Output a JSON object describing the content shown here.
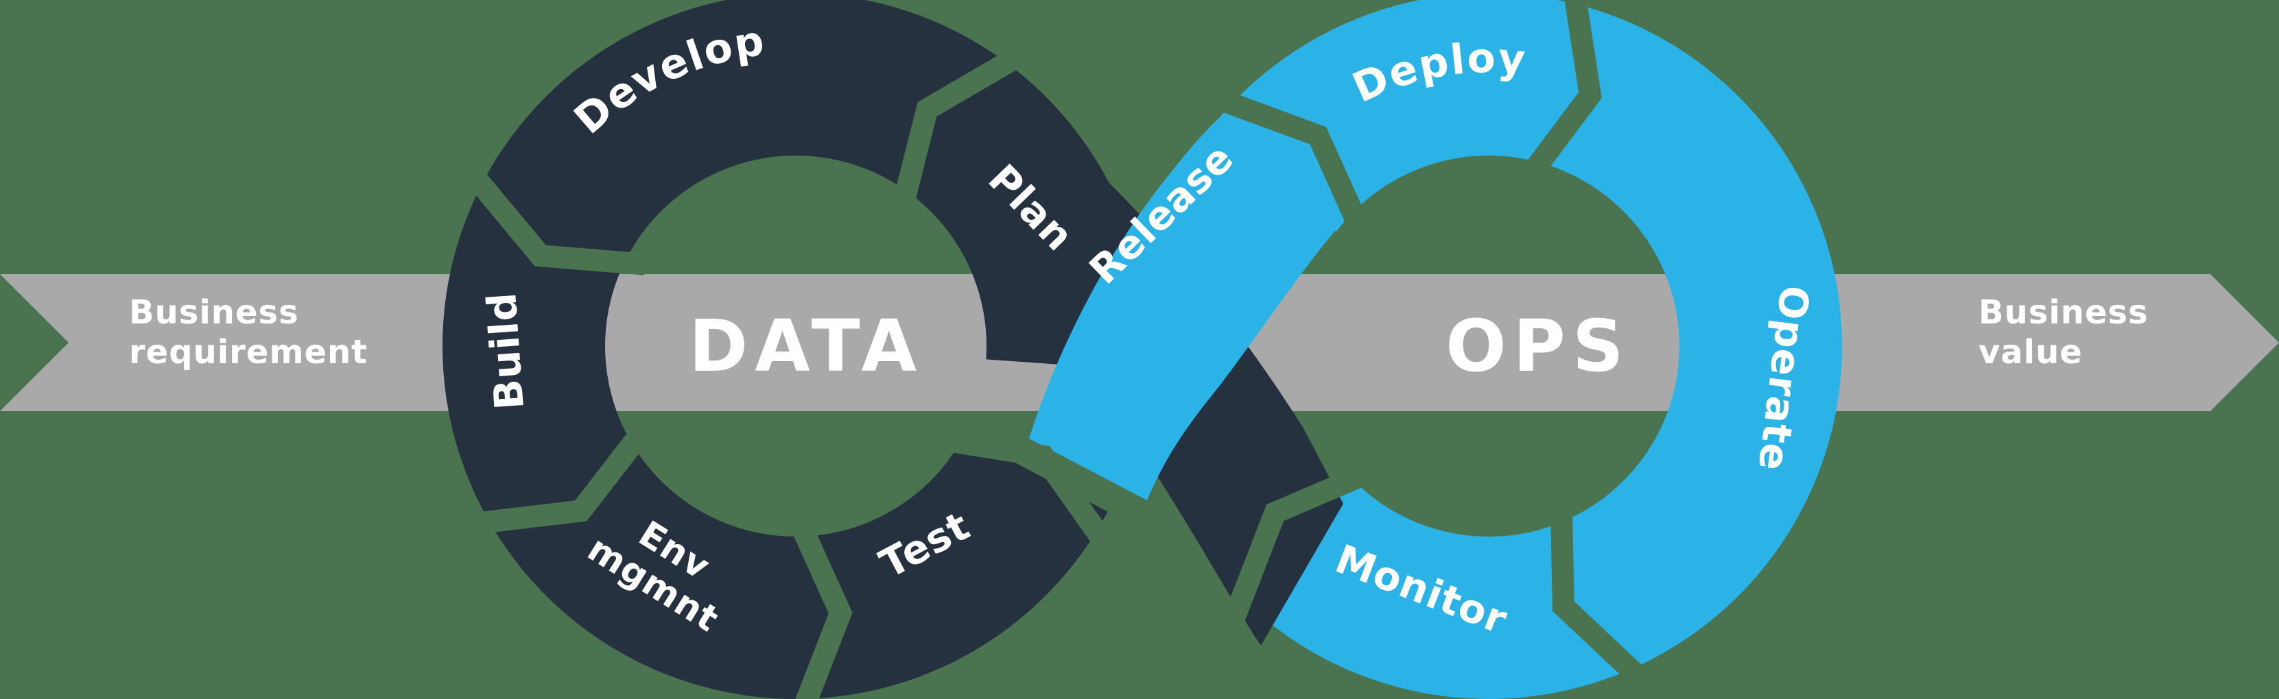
{
  "colors": {
    "background": "#4A744F",
    "band_gray": "#A9A9A9",
    "data_dark": "#26313F",
    "ops_blue": "#2BB3E8",
    "label_white": "#FFFFFF"
  },
  "band": {
    "requirement_line1": "Business",
    "requirement_line2": "requirement",
    "value_line1": "Business",
    "value_line2": "value"
  },
  "left_loop": {
    "center_label": "DATA",
    "segments": {
      "develop": "Develop",
      "build": "Build",
      "env_line1": "Env",
      "env_line2": "mgmnt",
      "test": "Test",
      "plan": "Plan"
    }
  },
  "right_loop": {
    "center_label": "OPS",
    "segments": {
      "deploy": "Deploy",
      "release": "Release",
      "operate": "Operate",
      "monitor": "Monitor"
    }
  }
}
